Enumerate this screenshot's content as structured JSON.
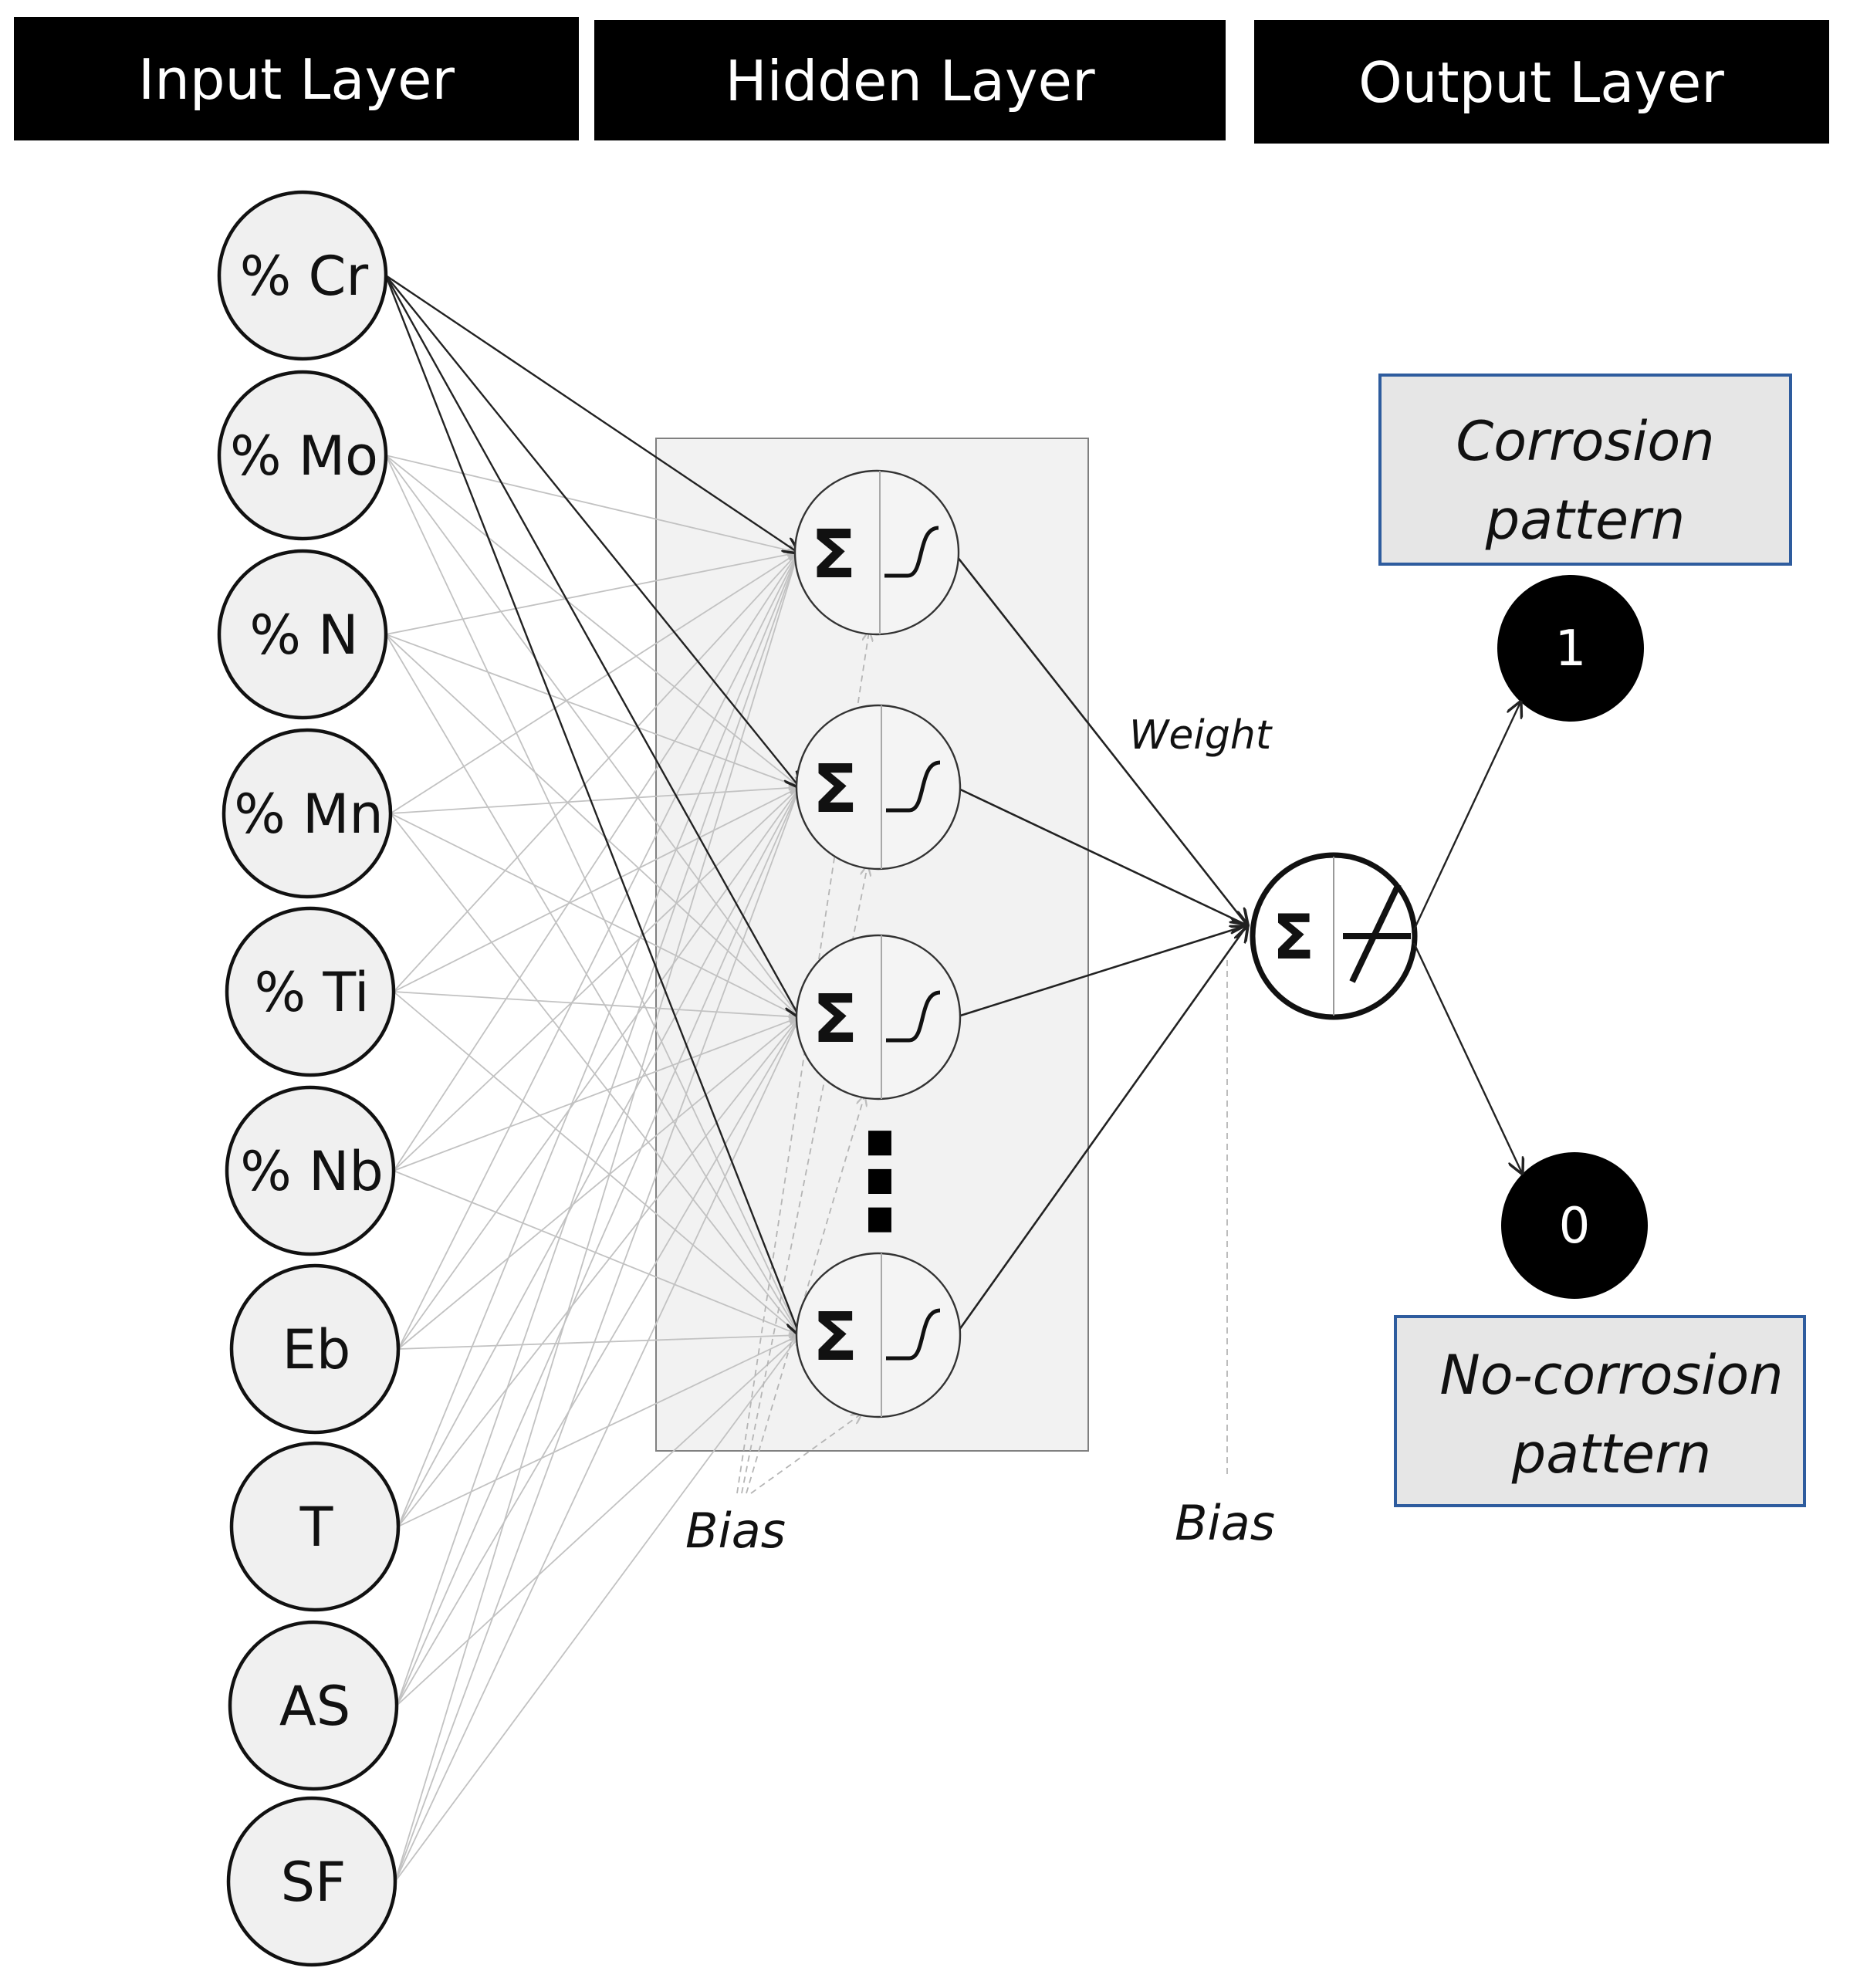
{
  "headers": {
    "input": "Input Layer",
    "hidden": "Hidden Layer",
    "output": "Output Layer"
  },
  "inputs": [
    "% Cr",
    "% Mo",
    "% N",
    "% Mn",
    "% Ti",
    "% Nb",
    "Eb",
    "T",
    "AS",
    "SF"
  ],
  "hidden": {
    "sum_symbol": "Σ",
    "ellipsis": "⋮"
  },
  "output_neuron": {
    "sum_symbol": "Σ"
  },
  "labels": {
    "weight": "Weight",
    "bias_hidden": "Bias",
    "bias_output": "Bias"
  },
  "outputs": [
    {
      "value": "1",
      "caption_line1": "Corrosion",
      "caption_line2": "pattern"
    },
    {
      "value": "0",
      "caption_line1": "No-corrosion",
      "caption_line2": "pattern"
    }
  ],
  "colors": {
    "header_bg": "#000000",
    "node_fill": "#f0f0f0",
    "hidden_box": "#f2f2f2",
    "caption_box_fill": "#e6e6e6",
    "caption_box_border": "#2e5c9e",
    "faint_line": "#c2c2c2",
    "dark_line": "#222222"
  }
}
